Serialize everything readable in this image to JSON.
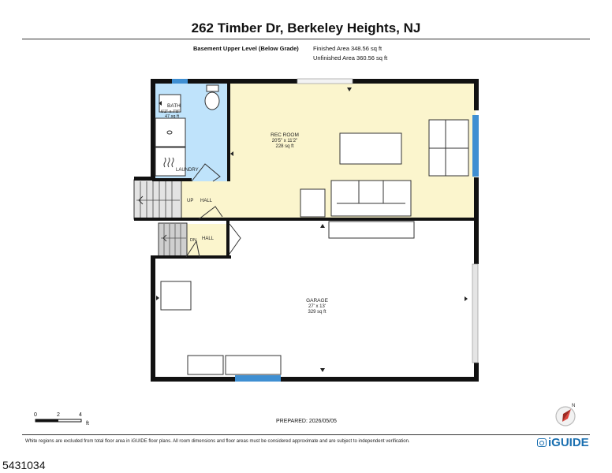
{
  "header": {
    "address": "262 Timber Dr, Berkeley Heights, NJ",
    "level": "Basement Upper Level (Below Grade)",
    "finished_area": "Finished Area 348.56 sq ft",
    "unfinished_area": "Unfinished Area 360.56 sq ft"
  },
  "rooms": {
    "bath": {
      "name": "BATH",
      "dims": "6'2\" x 7'8\"",
      "area": "47 sq ft"
    },
    "laundry": {
      "name": "LAUNDRY"
    },
    "rec_room": {
      "name": "REC ROOM",
      "dims": "20'5\" x 11'2\"",
      "area": "228 sq ft"
    },
    "hall_upper": {
      "name": "HALL"
    },
    "hall_lower": {
      "name": "HALL"
    },
    "garage": {
      "name": "GARAGE",
      "dims": "27' x 13'",
      "area": "329 sq ft"
    },
    "stairs_up": {
      "label": "UP"
    },
    "stairs_down": {
      "label": "DN"
    }
  },
  "scale": {
    "ticks": [
      "0",
      "2",
      "4"
    ],
    "unit": "ft"
  },
  "footer": {
    "prepared": "PREPARED: 2026/05/05",
    "disclaimer": "White regions are excluded from total floor area in iGUIDE floor plans. All room dimensions and floor areas must be considered approximate and are subject to independent verification.",
    "brand": "iGUIDE",
    "compass_label": "N"
  },
  "listing_id": "5431034",
  "colors": {
    "bath_fill": "#bfe3fb",
    "rec_fill": "#fbf5cd",
    "hall_fill": "#fbf5cd",
    "wall": "#111111",
    "window": "#3f8fd2",
    "stairs": "#d9d9d9"
  }
}
